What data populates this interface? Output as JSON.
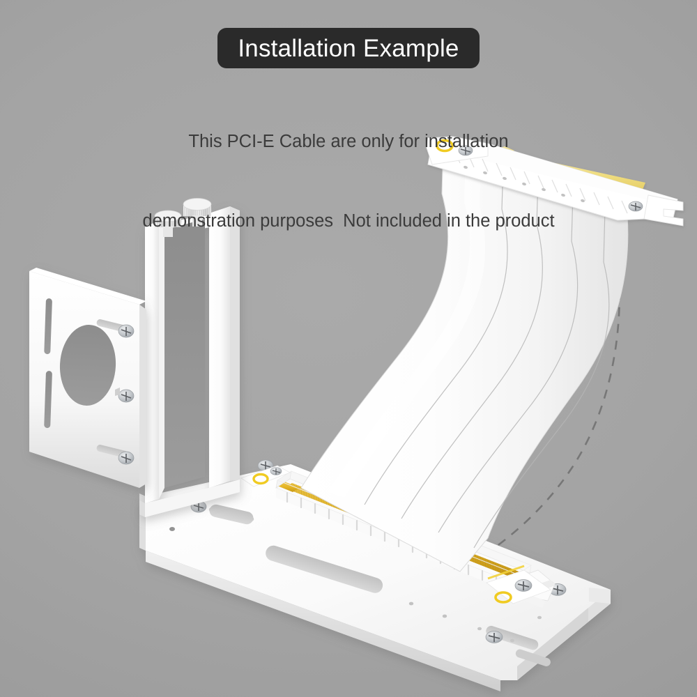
{
  "banner": {
    "title": "Installation Example",
    "background_color": "#2a2a2a",
    "text_color": "#ffffff"
  },
  "subtitle": {
    "line1": "This PCI-E Cable are only for installation",
    "line2": "demonstration purposes  Not included in the product",
    "text_color": "#3b3b3b"
  },
  "scene": {
    "background_color": "#a2a2a2",
    "product_name": "Vertical GPU Mount Bracket with PCI-E Riser Cable",
    "parts": [
      {
        "name": "mounting-plate",
        "label": "Case mounting plate",
        "color": "#ffffff"
      },
      {
        "name": "vertical-bracket",
        "label": "Vertical GPU bracket arm",
        "color": "#ffffff"
      },
      {
        "name": "thumbscrew-left",
        "label": "Knurled thumbscrew",
        "color": "#e8e8e8"
      },
      {
        "name": "thumbscrew-right",
        "label": "Knurled thumbscrew",
        "color": "#e8e8e8"
      },
      {
        "name": "base-plate",
        "label": "Horizontal base plate",
        "color": "#ffffff"
      },
      {
        "name": "pcie-slot-female",
        "label": "PCI-E x16 female slot",
        "color": "#ffffff",
        "pin_color": "#e8b923"
      },
      {
        "name": "riser-ribbon-cable",
        "label": "PCI-E riser ribbon cable",
        "color": "#fcfcfc",
        "strips": 5
      },
      {
        "name": "pcie-connector-male",
        "label": "PCI-E x16 male edge connector",
        "color": "#ffffff",
        "contact_color": "#f2e088"
      },
      {
        "name": "cable-path-guide",
        "label": "Dashed cable bend guide",
        "color": "#7c7c7c"
      }
    ],
    "accent_colors": {
      "gold_pins": "#e8b923",
      "gold_contacts": "#f2e08a",
      "yellow_ring": "#f5d22a",
      "screw_metal": "#b9bcc0",
      "cutout_shadow": "#8f8f8f"
    }
  }
}
